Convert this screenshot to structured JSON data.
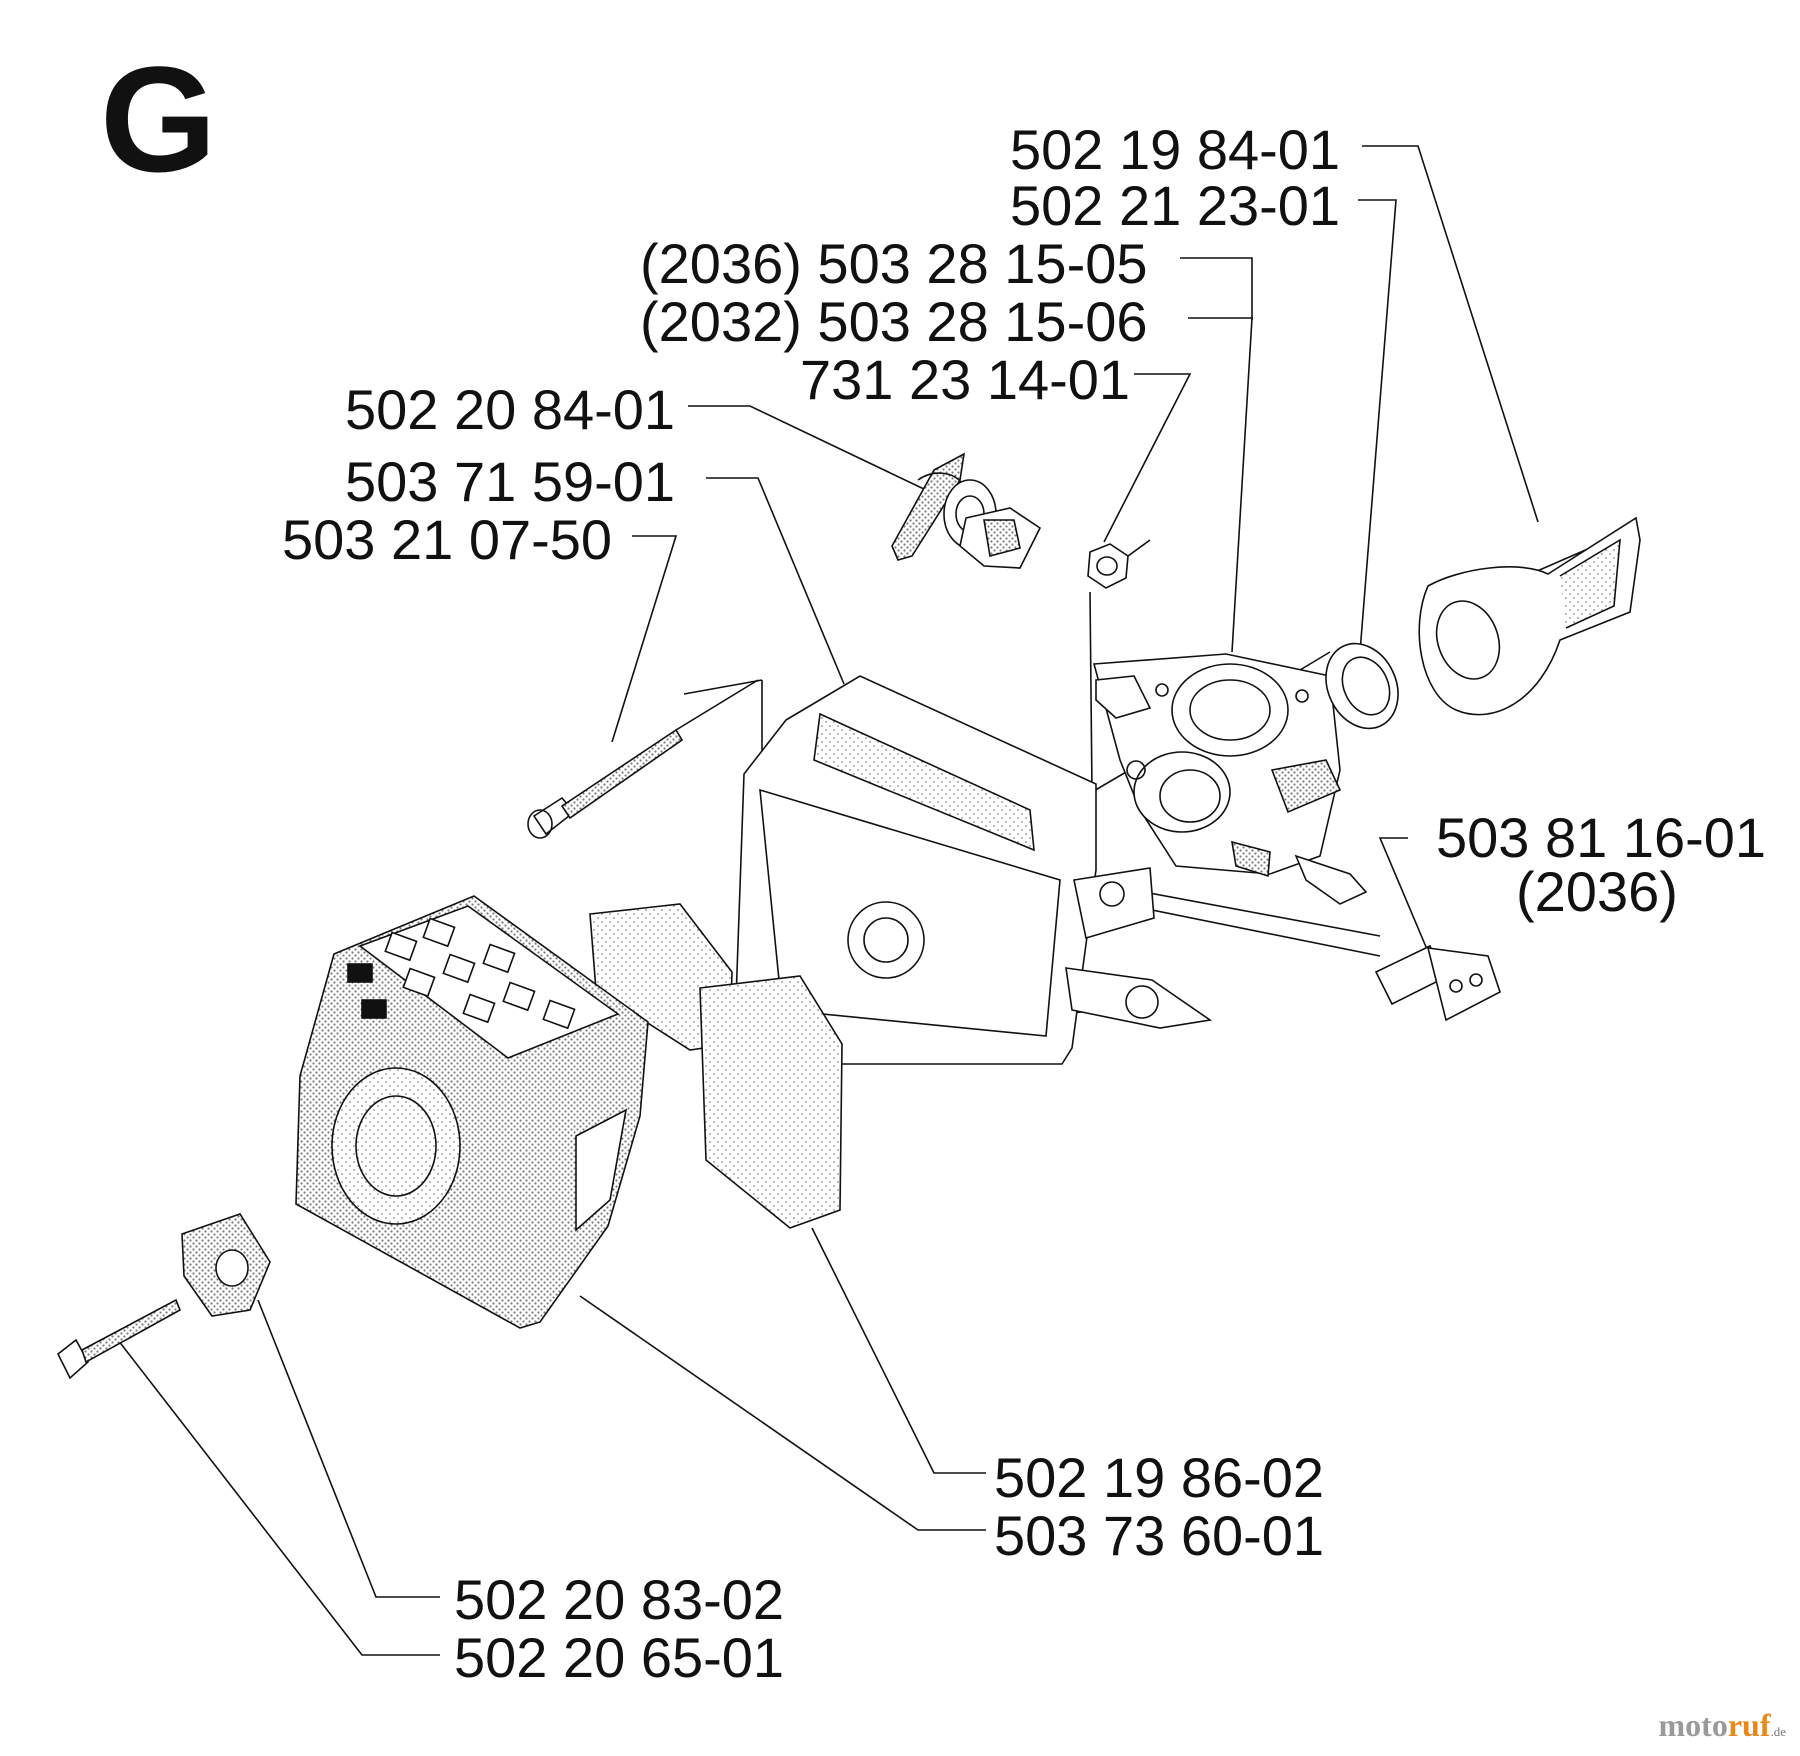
{
  "section_letter": "G",
  "part_numbers": {
    "p01": "502 19 84-01",
    "p02": "502 21 23-01",
    "p03": "(2036) 503 28 15-05",
    "p04": "(2032) 503 28 15-06",
    "p05": "731 23 14-01",
    "p06": "502 20 84-01",
    "p07": "503 71 59-01",
    "p08": "503 21 07-50",
    "p09": "503 81 16-01",
    "p09_note": "(2036)",
    "p10": "502 19 86-02",
    "p11": "503 73 60-01",
    "p12": "502 20 83-02",
    "p13": "502 20 65-01"
  },
  "watermark": {
    "moto": "moto",
    "ruf": "ruf",
    "tld": ".de",
    "colors": {
      "moto": "#9a9a9a",
      "ruf": "#e58a1f"
    }
  },
  "colors": {
    "ink": "#111111",
    "paper": "#ffffff",
    "stipple": "#8c8c8c"
  }
}
